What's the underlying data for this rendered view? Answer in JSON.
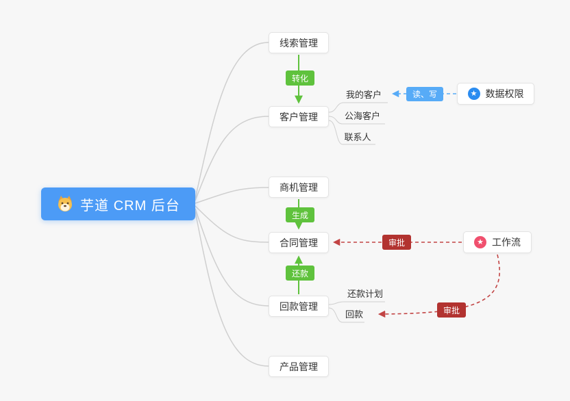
{
  "canvas": {
    "background": "#f7f7f7"
  },
  "root": {
    "label": "芋道 CRM 后台",
    "color": "#4c9bf6"
  },
  "nodes": {
    "leads": "线索管理",
    "customers": "客户管理",
    "opportunity": "商机管理",
    "contract": "合同管理",
    "receivable": "回款管理",
    "product": "产品管理"
  },
  "children": {
    "my_customers": "我的客户",
    "public_customers": "公海客户",
    "contacts": "联系人",
    "repayment_plan": "还款计划",
    "repayment": "回款"
  },
  "side_nodes": {
    "data_permission": {
      "label": "数据权限",
      "icon": "★",
      "icon_color": "#2b8cf0"
    },
    "workflow": {
      "label": "工作流",
      "icon": "★",
      "icon_color": "#f0506e"
    }
  },
  "badges": {
    "convert": {
      "label": "转化",
      "color": "#5fc23d"
    },
    "generate": {
      "label": "生成",
      "color": "#5fc23d"
    },
    "repay": {
      "label": "还款",
      "color": "#5fc23d"
    },
    "read_write": {
      "label": "读、写",
      "color": "#57abf7"
    },
    "approve_contract": {
      "label": "审批",
      "color": "#b23330"
    },
    "approve_receipt": {
      "label": "审批",
      "color": "#b23330"
    }
  }
}
